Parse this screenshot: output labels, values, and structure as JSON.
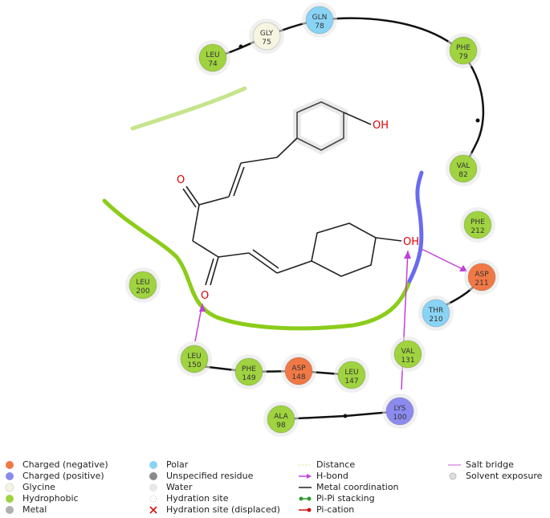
{
  "atoms": {
    "oh_top": "OH",
    "oh_bottom": "OH",
    "o_upper": "O",
    "o_lower": "O"
  },
  "residues": [
    {
      "name": "GLY",
      "num": "75",
      "type": "glycine"
    },
    {
      "name": "GLN",
      "num": "78",
      "type": "polar"
    },
    {
      "name": "LEU",
      "num": "74",
      "type": "hydrophobic"
    },
    {
      "name": "PHE",
      "num": "79",
      "type": "hydrophobic"
    },
    {
      "name": "VAL",
      "num": "82",
      "type": "hydrophobic"
    },
    {
      "name": "PHE",
      "num": "212",
      "type": "hydrophobic"
    },
    {
      "name": "ASP",
      "num": "211",
      "type": "negative"
    },
    {
      "name": "THR",
      "num": "210",
      "type": "polar"
    },
    {
      "name": "LEU",
      "num": "200",
      "type": "hydrophobic"
    },
    {
      "name": "LEU",
      "num": "150",
      "type": "hydrophobic"
    },
    {
      "name": "PHE",
      "num": "149",
      "type": "hydrophobic"
    },
    {
      "name": "ASP",
      "num": "148",
      "type": "negative"
    },
    {
      "name": "LEU",
      "num": "147",
      "type": "hydrophobic"
    },
    {
      "name": "VAL",
      "num": "131",
      "type": "hydrophobic"
    },
    {
      "name": "LYS",
      "num": "100",
      "type": "positive"
    },
    {
      "name": "ALA",
      "num": "98",
      "type": "hydrophobic"
    }
  ],
  "colors": {
    "negative": "#f07845",
    "positive": "#8b8bef",
    "glycine": "#f5f5e2",
    "hydrophobic": "#9fd33f",
    "polar": "#89d4f5",
    "metal": "#b0b0b0",
    "unspecified": "#8a8a8a",
    "water": "#e8e8e8",
    "pocket_green": "#8ccc1a",
    "pocket_blue": "#6b6bef",
    "hbond": "#c040d8",
    "salt_bridge": "#d07ad8",
    "pipi": "#2e9a2e",
    "pication": "#d01010"
  },
  "legend": {
    "col1": [
      "Charged (negative)",
      "Charged (positive)",
      "Glycine",
      "Hydrophobic",
      "Metal"
    ],
    "col2": [
      "Polar",
      "Unspecified residue",
      "Water",
      "Hydration site",
      "Hydration site (displaced)"
    ],
    "col3": [
      "Distance",
      "H-bond",
      "Metal coordination",
      "Pi-Pi stacking",
      "Pi-cation"
    ],
    "col4": [
      "Salt bridge",
      "Solvent exposure"
    ]
  }
}
